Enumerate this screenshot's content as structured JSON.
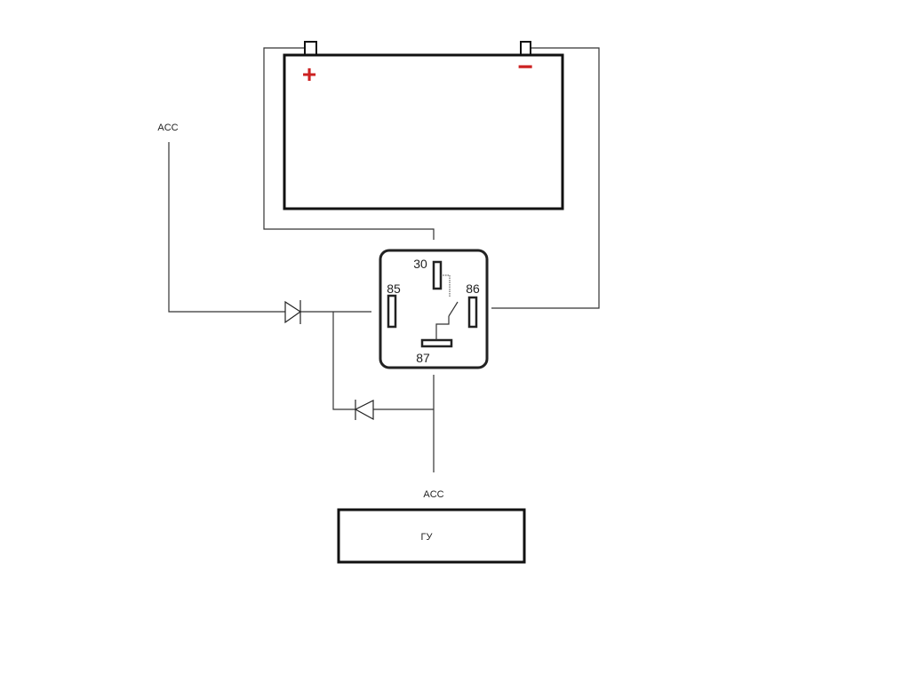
{
  "battery": {
    "plus": "+",
    "minus": "−",
    "polarity_color": "#cc2222"
  },
  "relay": {
    "pins": {
      "p30": "30",
      "p85": "85",
      "p86": "86",
      "p87": "87"
    }
  },
  "labels": {
    "acc_top": "ACC",
    "acc_bottom": "ACC"
  },
  "head_unit": {
    "label": "ГУ"
  }
}
